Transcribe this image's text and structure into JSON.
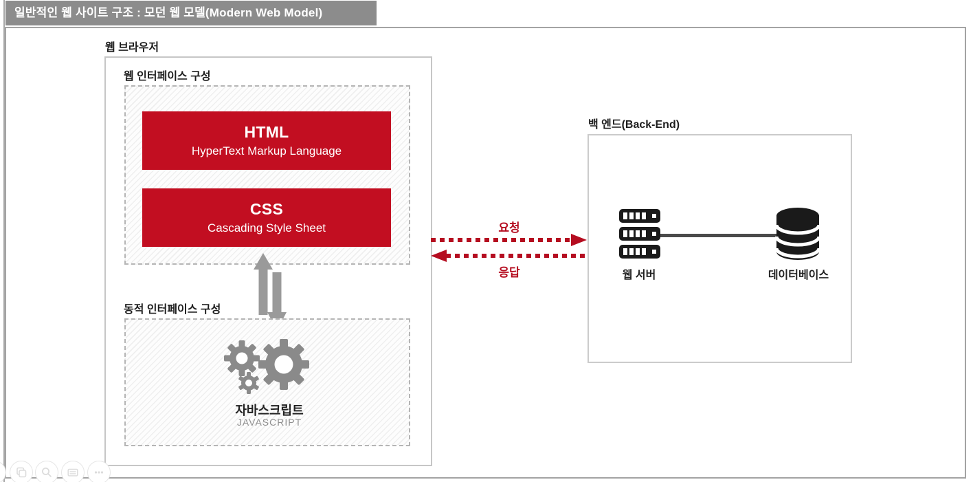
{
  "title_bar": {
    "text": "일반적인 웹 사이트 구조 : 모던 웹 모델(Modern Web Model)"
  },
  "browser": {
    "label": "웹 브라우저",
    "interface_section": {
      "label": "웹 인터페이스 구성",
      "blocks": [
        {
          "title": "HTML",
          "subtitle": "HyperText Markup Language"
        },
        {
          "title": "CSS",
          "subtitle": "Cascading Style Sheet"
        }
      ]
    },
    "dynamic_section": {
      "label": "동적 인터페이스 구성",
      "item": {
        "icon": "gears-icon",
        "title": "자바스크립트",
        "subtitle": "JAVASCRIPT"
      }
    },
    "flow_icon": "up-down-arrows-icon"
  },
  "connections": {
    "request": {
      "label": "요청",
      "direction": "right",
      "style": "dotted"
    },
    "response": {
      "label": "응답",
      "direction": "left",
      "style": "dotted"
    }
  },
  "backend": {
    "label": "백 엔드(Back-End)",
    "nodes": [
      {
        "icon": "server-icon",
        "label": "웹 서버"
      },
      {
        "icon": "database-icon",
        "label": "데이터베이스"
      }
    ],
    "link": "server-database-line"
  },
  "viewer_controls": {
    "items": [
      {
        "icon": "slides-icon"
      },
      {
        "icon": "zoom-icon"
      },
      {
        "icon": "keyboard-icon"
      },
      {
        "icon": "more-icon"
      }
    ]
  },
  "colors": {
    "accent_red": "#c20e21",
    "arrow_red": "#b50d20",
    "title_bar_bg": "#8c8c8c",
    "gear_gray": "#8a8a8a",
    "icon_black": "#1a1a1a"
  }
}
